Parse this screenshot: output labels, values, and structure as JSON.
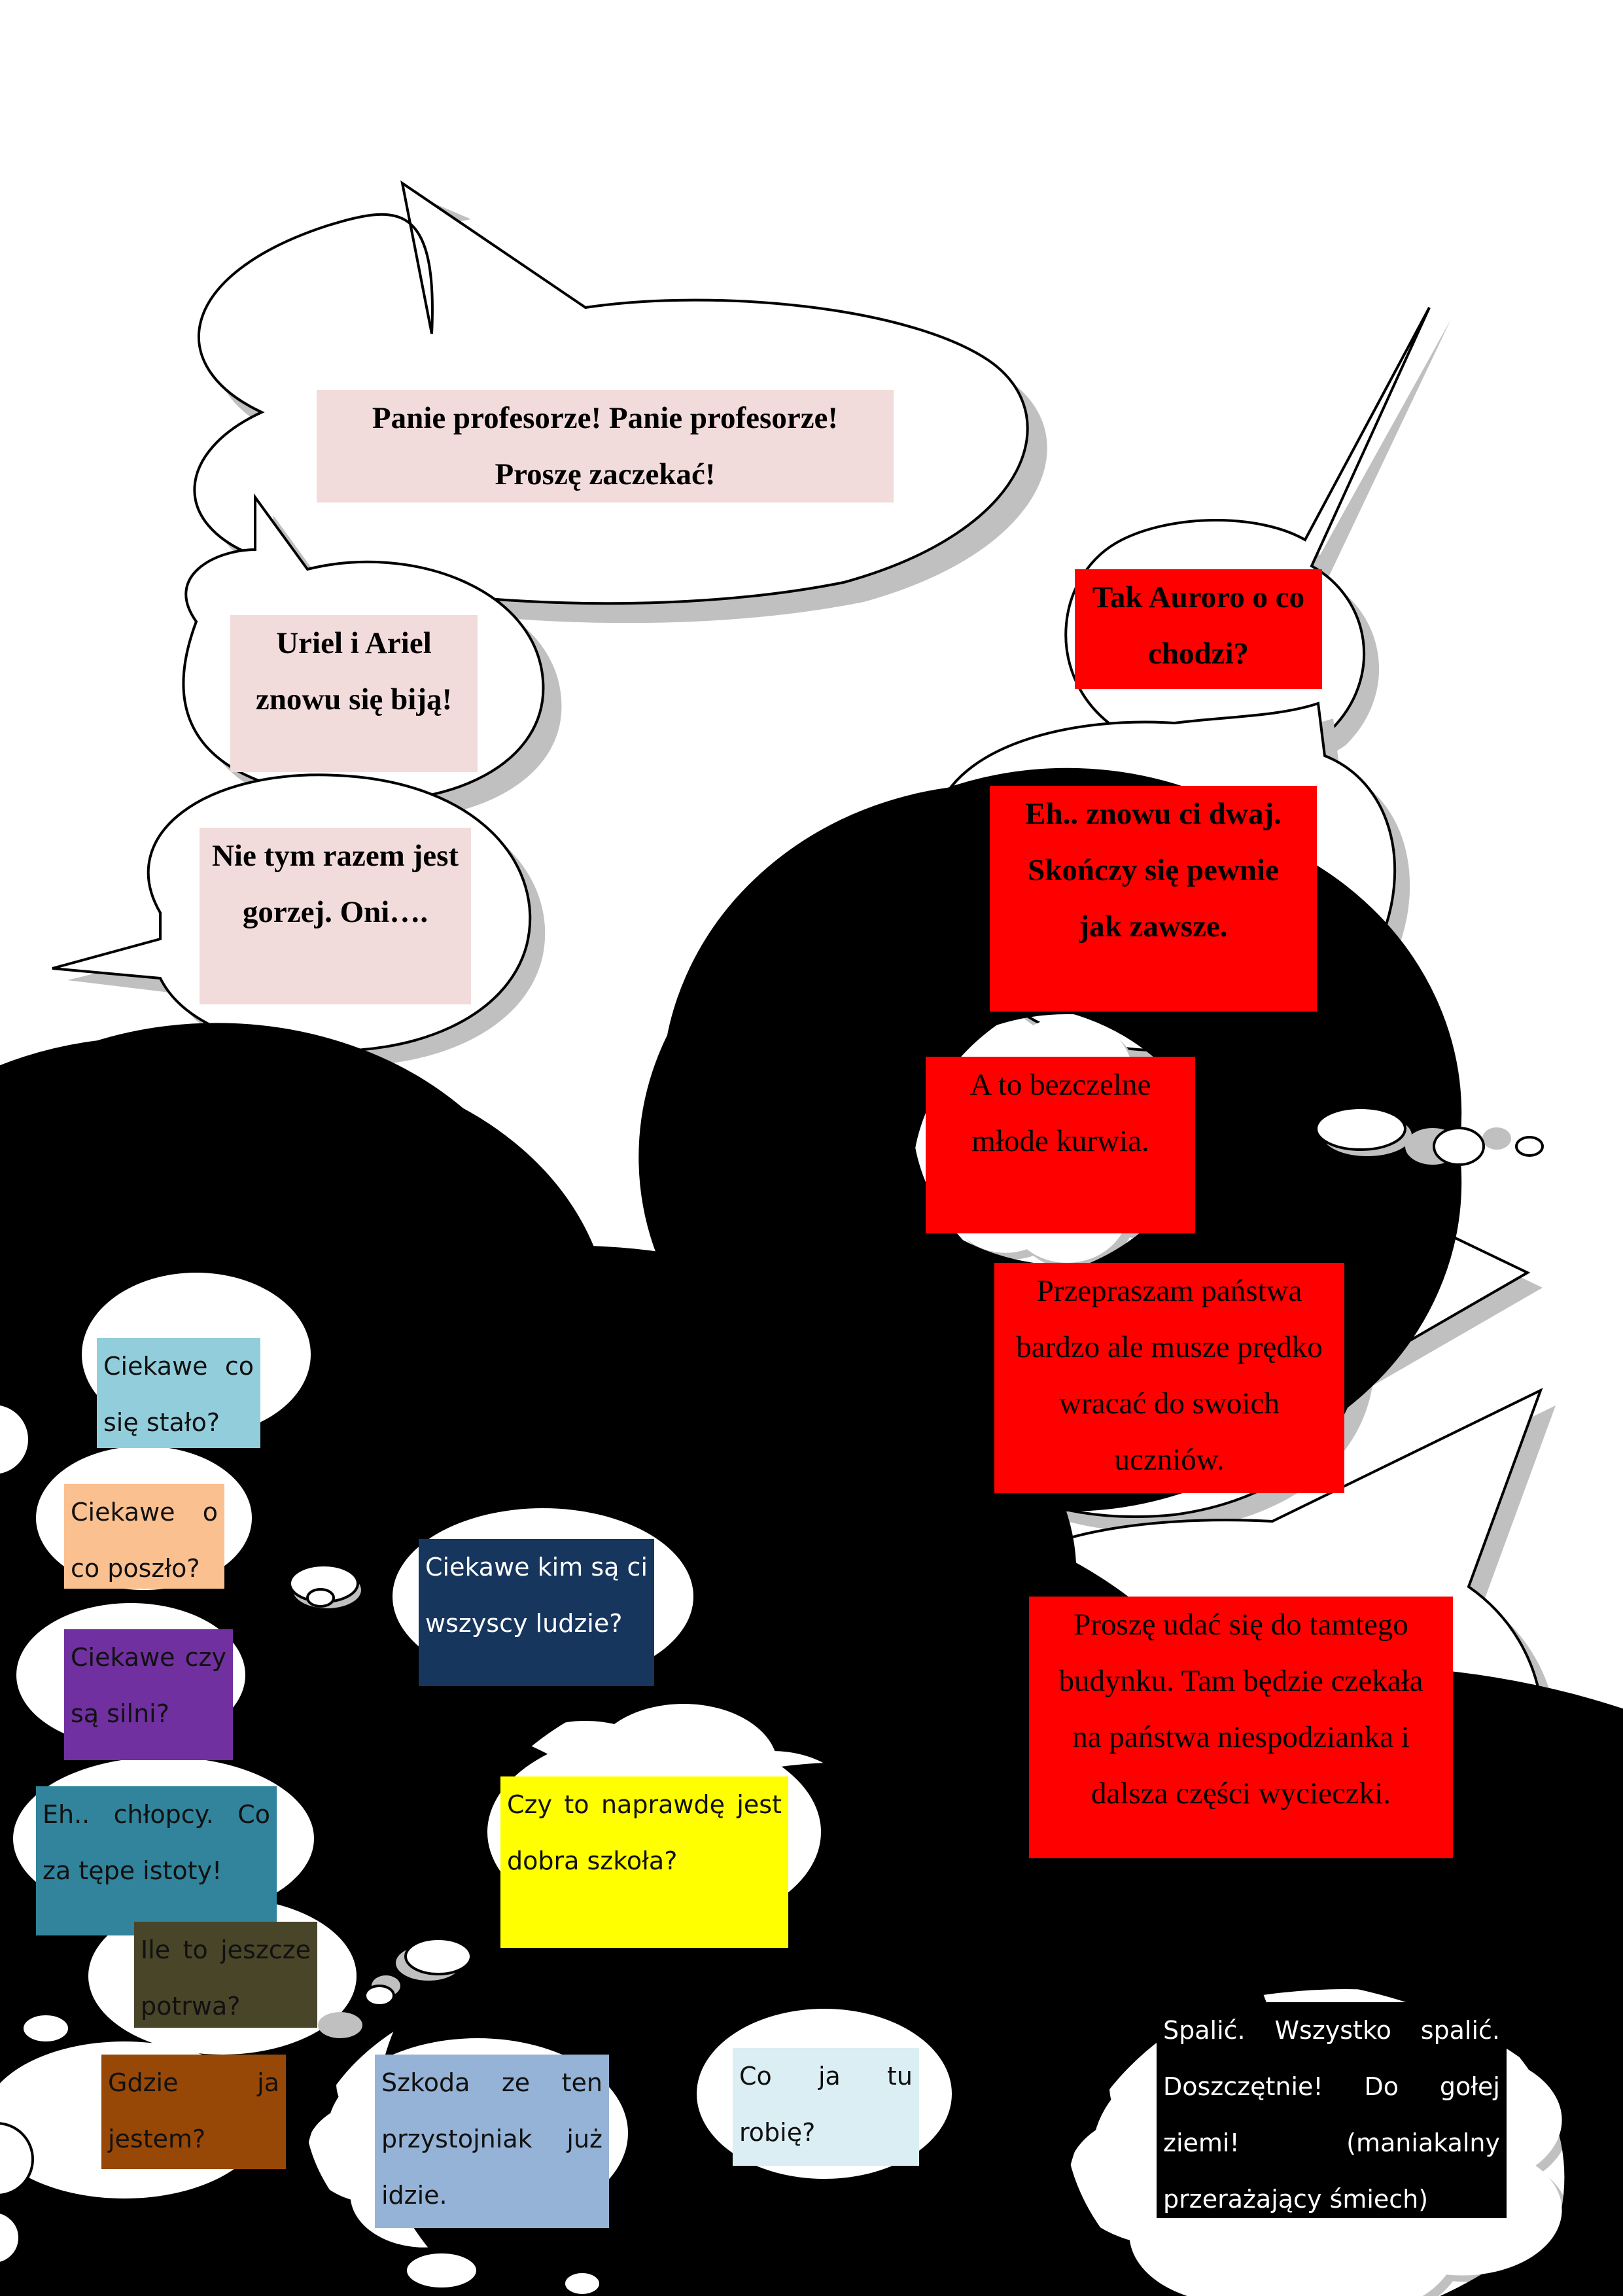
{
  "colors": {
    "pink": "#f2dcdb",
    "red": "#ff0000",
    "teal_light": "#92cddc",
    "peach": "#fac090",
    "purple": "#7030a0",
    "navy": "#17365d",
    "teal_dark": "#31849b",
    "olive_dark": "#494529",
    "yellow": "#ffff00",
    "brown": "#984806",
    "blue_light": "#95b3d7",
    "ice": "#dbeef3",
    "black": "#000000",
    "bubble_outline": "#000000",
    "bubble_shadow": "#c0c0c0"
  },
  "speech": [
    {
      "id": "panie-profesorze",
      "lines": [
        "Panie profesorze! Panie profesorze!",
        "Proszę zaczekać!"
      ]
    },
    {
      "id": "uriel-ariel",
      "lines": [
        "Uriel i Ariel",
        "znowu się biją!"
      ]
    },
    {
      "id": "nie-tym-razem",
      "lines": [
        "Nie tym razem jest",
        "gorzej. Oni…."
      ]
    },
    {
      "id": "tak-auroro",
      "lines": [
        "Tak Auroro o co",
        "chodzi?"
      ]
    },
    {
      "id": "eh-znowu",
      "lines": [
        "Eh.. znowu ci dwaj.",
        "Skończy się pewnie",
        "jak zawsze."
      ]
    },
    {
      "id": "bezczelne",
      "lines": [
        "A to bezczelne",
        "młode kurwia."
      ]
    },
    {
      "id": "przepraszam",
      "lines": [
        "Przepraszam państwa",
        "bardzo ale musze prędko",
        "wracać do swoich",
        "uczniów."
      ]
    },
    {
      "id": "prosze-udac",
      "lines": [
        "Proszę udać się do tamtego",
        "budynku. Tam będzie czekała",
        "na państwa niespodzianka i",
        "dalsza części wycieczki."
      ]
    }
  ],
  "thoughts": [
    {
      "id": "ciekawe-co-sie-stalo",
      "lines": [
        "Ciekawe co",
        "się stało?"
      ]
    },
    {
      "id": "ciekawe-o-co-poszlo",
      "lines": [
        "Ciekawe o",
        "co poszło?"
      ]
    },
    {
      "id": "ciekawe-czy-silni",
      "lines": [
        "Ciekawe czy",
        "są silni?"
      ]
    },
    {
      "id": "ciekawe-kim",
      "lines": [
        "Ciekawe kim są ci",
        "wszyscy ludzie?"
      ]
    },
    {
      "id": "eh-chlopcy",
      "lines": [
        "Eh.. chłopcy. Co",
        "za tępe istoty!"
      ]
    },
    {
      "id": "ile-to-jeszcze",
      "lines": [
        "Ile to jeszcze",
        "potrwa?"
      ]
    },
    {
      "id": "czy-to-naprawde",
      "lines": [
        "Czy to naprawdę jest",
        "dobra szkoła?"
      ]
    },
    {
      "id": "gdzie-ja-jestem",
      "lines": [
        "Gdzie ja",
        "jestem?"
      ]
    },
    {
      "id": "szkoda",
      "lines": [
        "Szkoda ze ten",
        "przystojniak już",
        "idzie."
      ]
    },
    {
      "id": "co-ja-tu",
      "lines": [
        "Co ja tu",
        "robię?"
      ]
    },
    {
      "id": "spalic",
      "lines": [
        "Spalić. Wszystko spalić.",
        "Doszczętnie! Do gołej",
        "ziemi! (maniakalny",
        "przerażający śmiech)"
      ]
    }
  ]
}
